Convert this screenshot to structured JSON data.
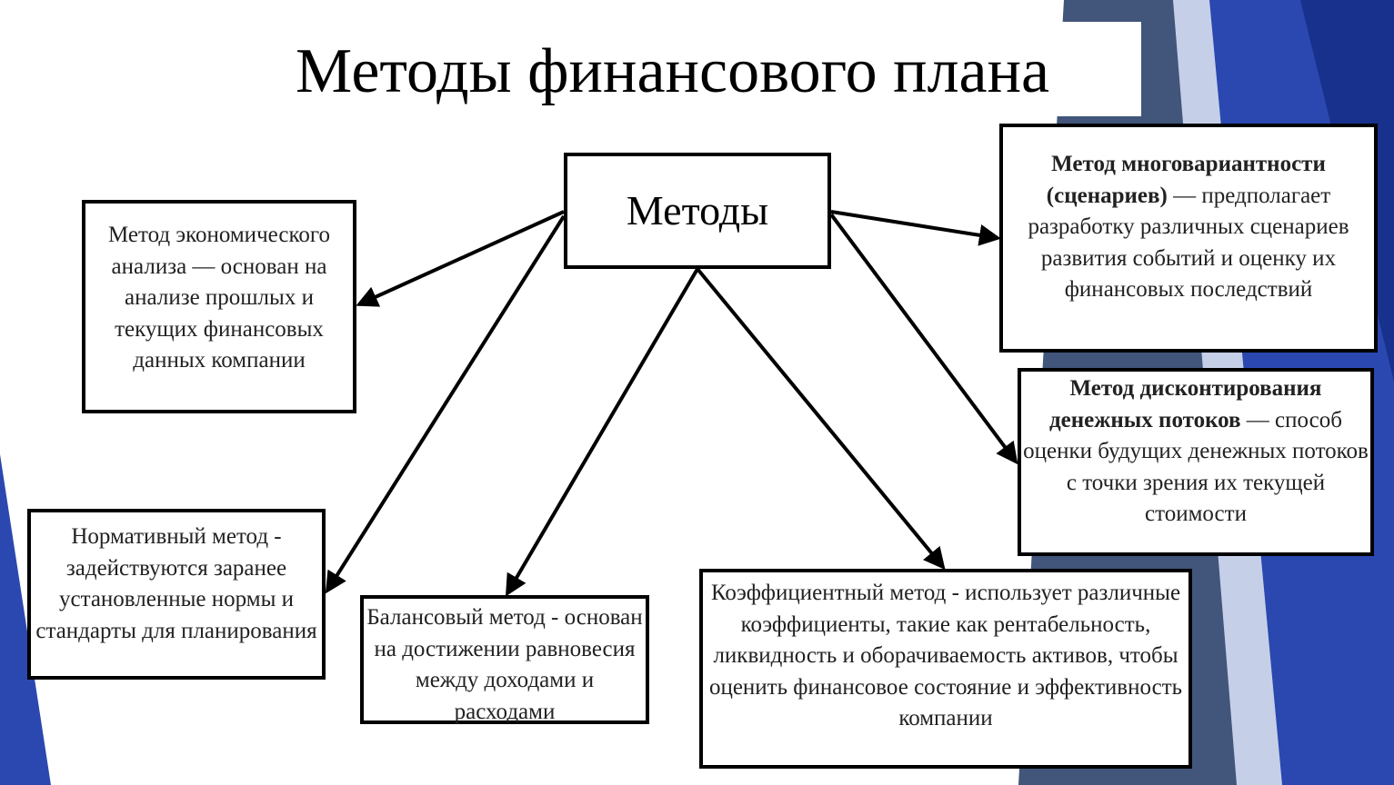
{
  "slide": {
    "title": "Методы финансового плана",
    "colors": {
      "accent_dark": "#1f3ea0",
      "accent_mid": "#3b5cc4",
      "accent_light": "#c5d0e8",
      "box_border": "#000000"
    }
  },
  "diagram": {
    "center": "Методы",
    "econ": {
      "text": "Метод экономического анализа — основан на анализе прошлых и текущих финансовых данных компании"
    },
    "norm": {
      "text": "Нормативный метод - задействуются заранее установленные нормы и стандарты для планирования"
    },
    "bal": {
      "text": "Балансовый метод - основан на достижении равновесия между доходами и расходами"
    },
    "coef": {
      "text": "Коэффициентный метод - использует различные коэффициенты, такие как рентабельность, ликвидность и оборачиваемость активов, чтобы оценить финансовое состояние и эффективность компании"
    },
    "multi": {
      "bold": "Метод многовариантности (сценариев)",
      "rest": " — предполагает разработку различных сценариев развития событий и оценку их финансовых последствий"
    },
    "disc": {
      "bold": "Метод дисконтирования денежных потоков",
      "rest": " — способ оценки будущих денежных потоков с точки зрения их текущей стоимости"
    }
  }
}
